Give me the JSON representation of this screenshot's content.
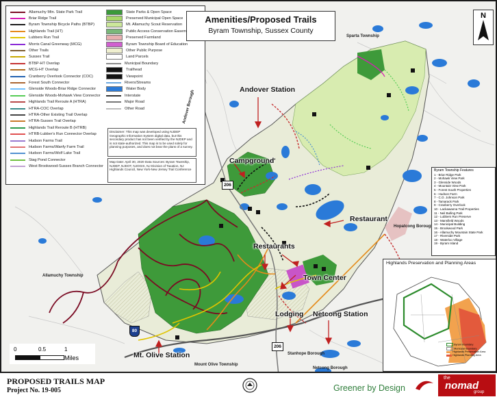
{
  "title": "Amenities/Proposed Trails",
  "subtitle": "Byram Township, Sussex County",
  "north_letter": "N",
  "legend": {
    "trails": [
      {
        "label": "Allamuchy Mtn. State Park Trail",
        "color": "#7a0a22"
      },
      {
        "label": "Briar Ridge Trail",
        "color": "#d61fb5"
      },
      {
        "label": "Byram Township Bicycle Paths (BTBP)",
        "color": "#1a1a1a"
      },
      {
        "label": "Highlands Trail (HT)",
        "color": "#e58a1a"
      },
      {
        "label": "Lubbers Run Trail",
        "color": "#e0c400"
      },
      {
        "label": "Morris Canal Greenway (MCG)",
        "color": "#8a2ad6"
      },
      {
        "label": "Other Trails",
        "color": "#7a5b2e"
      },
      {
        "label": "Sussex Trail",
        "color": "#c8a800"
      },
      {
        "label": "BTBP-HT Overlap",
        "color": "#c53030"
      },
      {
        "label": "MCG-HT Overlap",
        "color": "#b06a1a"
      },
      {
        "label": "Cranberry Overlook Connector (COC)",
        "color": "#2060b0"
      },
      {
        "label": "Forest South Connector",
        "color": "#aa6633"
      },
      {
        "label": "Glenside Woods-Briar Ridge Connector",
        "color": "#6fbfff"
      },
      {
        "label": "Glenside Woods-Mohawk View Connector",
        "color": "#55cc55"
      },
      {
        "label": "Highlands Trail Reroute A (HTRA)",
        "color": "#b84848"
      },
      {
        "label": "HTRA-COC Overlap",
        "color": "#3a8a8a"
      },
      {
        "label": "HTRA-Other Existing Trail Overlap",
        "color": "#444444"
      },
      {
        "label": "HTRA-Sussex Trail Overlap",
        "color": "#c87a2a"
      },
      {
        "label": "Highlands Trail Reroute B (HTRB)",
        "color": "#2a9a4a"
      },
      {
        "label": "HTRB-Lubber's Run Connector Overlap",
        "color": "#e05050"
      },
      {
        "label": "Hudson Farms Trail",
        "color": "#9a7ad0"
      },
      {
        "label": "Hudson Farms/Wanfy Farm Trail",
        "color": "#e07070"
      },
      {
        "label": "Hudson Farms/Wolf Lake Trail",
        "color": "#5090d0"
      },
      {
        "label": "Stag Pond Connector",
        "color": "#70c040"
      },
      {
        "label": "West Brookwood-Sussex Branch Connector",
        "color": "#c0a0d0"
      }
    ],
    "land": [
      {
        "label": "State Parks & Open Space",
        "color": "#3a9a3a"
      },
      {
        "label": "Preserved Municipal Open Space",
        "color": "#a8d86a"
      },
      {
        "label": "Mt. Allamuchy Scout Reservation",
        "color": "#cce89a"
      },
      {
        "label": "Public Access Conservation Easement",
        "color": "#7ab87a"
      },
      {
        "label": "Preserved Farmland",
        "color": "#e8b0b0"
      },
      {
        "label": "Byram Township Board of Education",
        "color": "#d060d0"
      },
      {
        "label": "Other Public Purpose",
        "color": "#f0f0d0"
      },
      {
        "label": "Land Parcels",
        "color": "#ffffff"
      },
      {
        "label": "Municipal Boundary",
        "color": "#888888"
      },
      {
        "label": "Trailhead",
        "color": "#111111"
      },
      {
        "label": "Viewpoint",
        "color": "#111111"
      },
      {
        "label": "Rivers/Streams",
        "color": "#6aa8e0"
      },
      {
        "label": "Water Body",
        "color": "#2a7ad8"
      },
      {
        "label": "Interstate",
        "color": "#333333"
      },
      {
        "label": "Major Road",
        "color": "#777777"
      },
      {
        "label": "Other Road",
        "color": "#bbbbbb"
      }
    ],
    "disclaimer": "Disclaimer: This map was developed using NJDEP Geographic Information System digital data, but this secondary product has not been verified by the NJDEP and is not state-authorized. This map is to be used solely for planning purposes, and does not bear the plans of a survey.",
    "map_date": "Map Date: April 30, 2020 Data Sources: Byram Township, NJDEP, NJDOT, NJOGIS, NJ Division of Taxation, NJ Highlands Council, New York-New Jersey Trail Conference"
  },
  "places": {
    "andover_station": "Andover Station",
    "campground": "Campground",
    "restaurant": "Restaurant",
    "restaurants": "Restaurants",
    "town_center": "Town Center",
    "lodging": "Lodging",
    "netcong_station": "Netcong Station",
    "mt_olive_station": "Mt. Olive Station"
  },
  "small_labels": {
    "sparta": "Sparta Township",
    "andover_borough": "Andover Borough",
    "hopatcong": "Hopatcong Borough",
    "allamuchy": "Allamuchy Township",
    "mount_olive": "Mount Olive Township",
    "stanhope": "Stanhope Borough",
    "netcong_borough": "Netcong Borough"
  },
  "shields": {
    "route_206a": "206",
    "route_206b": "206",
    "i80": "80"
  },
  "scale": {
    "t0": "0",
    "t1": "0.5",
    "t2": "1",
    "unit": "Miles"
  },
  "features": {
    "heading": "Byram Township Features",
    "items": [
      "1 - Briar Ridge Park",
      "2 - Mohawk View Park",
      "3 - Glenside Woods",
      "4 - Mountain View Park",
      "5 - Forest South Properties",
      "6 - Hudson Farm",
      "7 - C.O. Johnson Park",
      "8 - Tamarack Park",
      "9 - Cranberry Overlook",
      "10 - Lackawanna Trail Properties",
      "11 - Neil Bulling Park",
      "12 - Lubbers Run Preserve",
      "13 - Mansfield Woods",
      "14 - Municipal Building",
      "15 - Brookwood Park",
      "16 - Allamuchy Mountain State Park",
      "17 - Riverside Park",
      "18 - Waterloo Village",
      "19 - Byram Island"
    ]
  },
  "inset": {
    "title": "Highlands Preservation and Planning Areas",
    "legend": [
      "Byram Boundary",
      "Municipal Boundary",
      "Highlands Preservation Area",
      "Highlands Planning Area"
    ]
  },
  "footer": {
    "title": "PROPOSED TRAILS MAP",
    "project": "Project No. 19-005",
    "slogan": "Greener by Design",
    "brand_the": "the",
    "brand_name": "nomad",
    "brand_group": "group"
  }
}
